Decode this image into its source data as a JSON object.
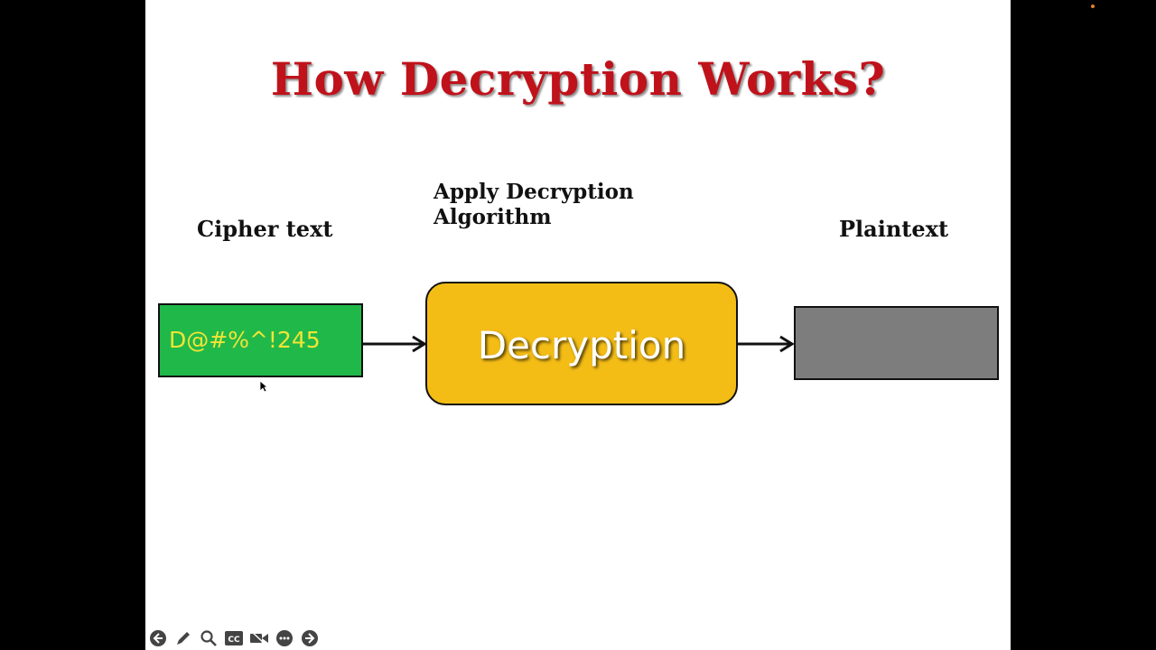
{
  "slide": {
    "title": "How Decryption Works?",
    "labels": {
      "cipher": "Cipher text",
      "apply_line1": "Apply Decryption",
      "apply_line2": "Algorithm",
      "plain": "Plaintext"
    },
    "boxes": {
      "cipher_value": "D@#%^!245",
      "decrypt_label": "Decryption"
    },
    "colors": {
      "title": "#c0121b",
      "cipher_box": "#21b84a",
      "cipher_text": "#f1e535",
      "decrypt_box": "#f4bd16",
      "plain_box": "#7d7d7d"
    }
  },
  "toolbar": {
    "icons": [
      "previous-icon",
      "pen-icon",
      "zoom-icon",
      "captions-icon",
      "camera-off-icon",
      "more-icon",
      "next-icon"
    ]
  }
}
